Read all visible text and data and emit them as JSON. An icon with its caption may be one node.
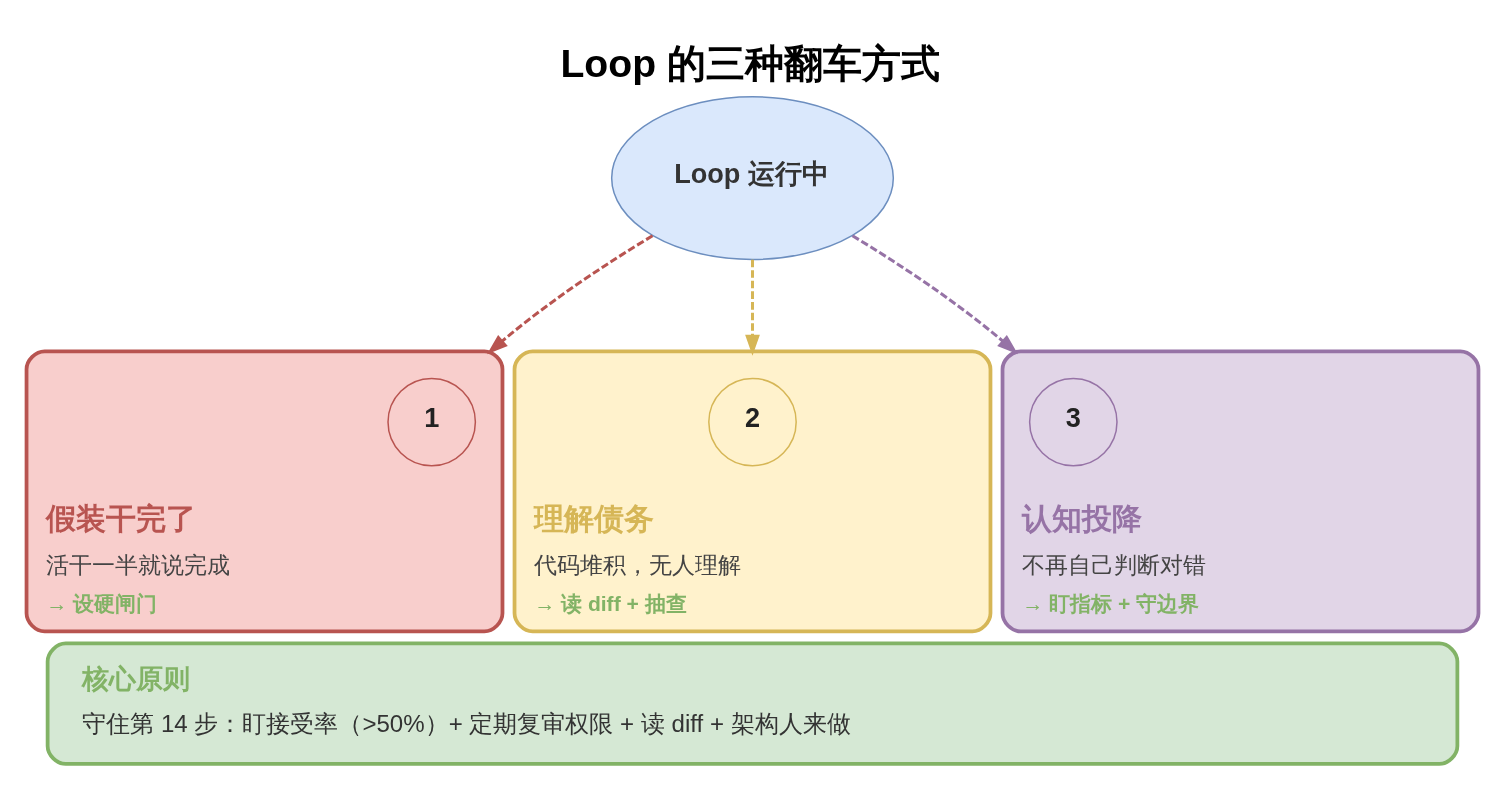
{
  "diagram": {
    "title": "Loop 的三种翻车方式",
    "nodes": [
      {
        "text": [
          "Loop 运行中"
        ]
      },
      {
        "text": [
          "假装干完了",
          "活干一半就说完成",
          "→ 设硬闸门"
        ]
      },
      {
        "text": [
          "1"
        ],
        "in": 1
      },
      {
        "text": [
          "理解债务",
          "代码堆积，无人理解",
          "→ 读 diff + 抽查"
        ]
      },
      {
        "text": [
          "2"
        ],
        "in": 3
      },
      {
        "text": [
          "认知投降",
          "不再自己判断对错",
          "→ 盯指标 + 守边界"
        ]
      },
      {
        "text": [
          "3"
        ],
        "in": 5
      },
      {
        "text": [
          "核心原则",
          "守住第 14 步：盯接受率（>50%）+ 定期复审权限 + 读 diff + 架构人来做"
        ]
      }
    ],
    "edges": [
      {
        "from": 0,
        "to": 1,
        "arrow": "to",
        "style": "dashed",
        "color": "#b85450"
      },
      {
        "from": 0,
        "to": 3,
        "arrow": "to",
        "style": "dashed",
        "color": "#d6b656"
      },
      {
        "from": 0,
        "to": 5,
        "arrow": "to",
        "style": "dashed",
        "color": "#9673a6"
      }
    ]
  }
}
